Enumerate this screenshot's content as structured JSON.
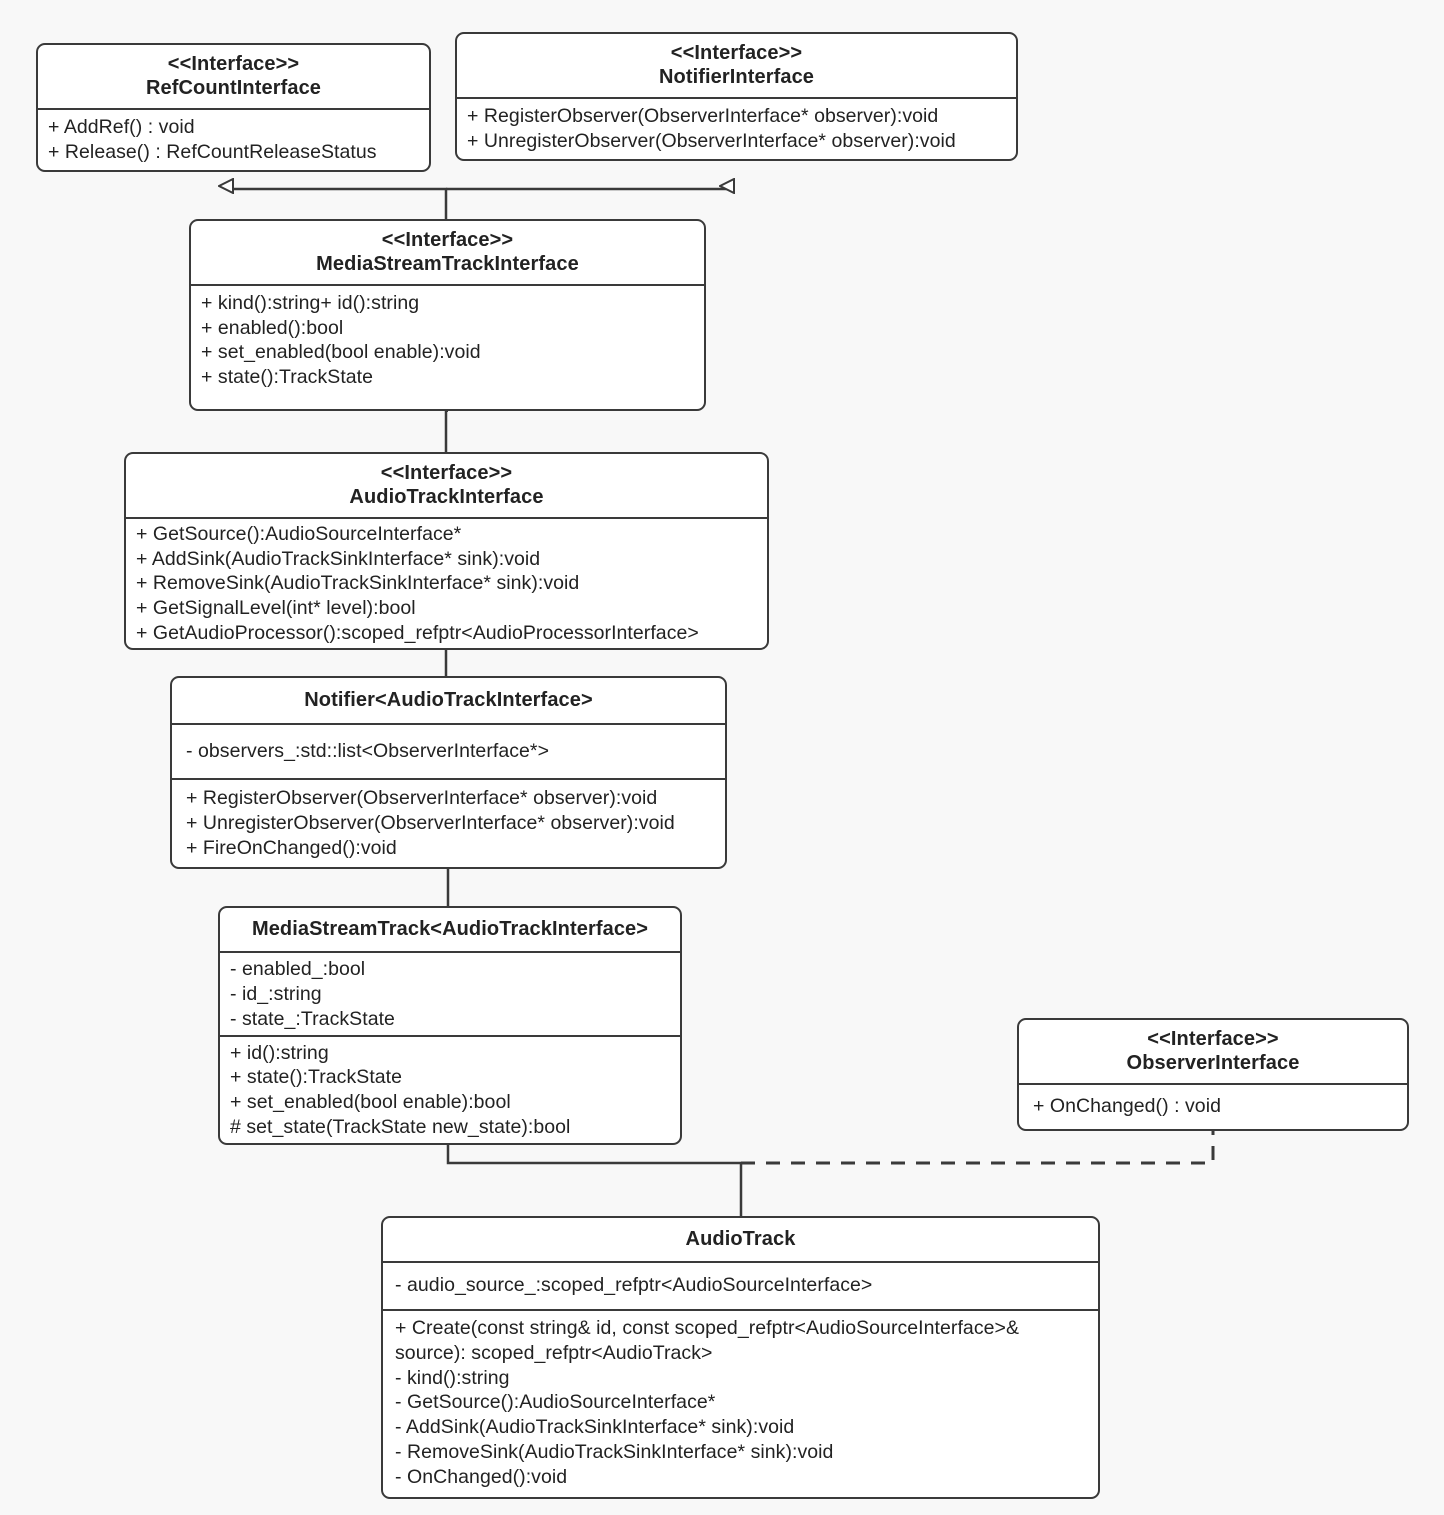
{
  "diagram": {
    "title": "WebRTC AudioTrack UML class diagram",
    "type": "uml-class-diagram",
    "background_color": "#f8f8f8",
    "box_fill": "#ffffff",
    "line_color": "#3a3a3a"
  },
  "classes": [
    {
      "id": "refcount",
      "stereotype": "<<Interface>>",
      "name": "RefCountInterface",
      "compartments": [
        {
          "members": [
            "+ AddRef() : void",
            "+ Release() : RefCountReleaseStatus"
          ]
        }
      ]
    },
    {
      "id": "notifieriface",
      "stereotype": "<<Interface>>",
      "name": "NotifierInterface",
      "compartments": [
        {
          "members": [
            "+ RegisterObserver(ObserverInterface* observer):void",
            "+ UnregisterObserver(ObserverInterface* observer):void"
          ]
        }
      ]
    },
    {
      "id": "mediastreamtrackiface",
      "stereotype": "<<Interface>>",
      "name": "MediaStreamTrackInterface",
      "compartments": [
        {
          "members": [
            "+ kind():string+ id():string",
            "+ enabled():bool",
            "+ set_enabled(bool enable):void",
            "+ state():TrackState"
          ]
        }
      ]
    },
    {
      "id": "audiotrackiface",
      "stereotype": "<<Interface>>",
      "name": "AudioTrackInterface",
      "compartments": [
        {
          "members": [
            "+ GetSource():AudioSourceInterface*",
            "+ AddSink(AudioTrackSinkInterface* sink):void",
            "+ RemoveSink(AudioTrackSinkInterface* sink):void",
            "+ GetSignalLevel(int* level):bool",
            "+ GetAudioProcessor():scoped_refptr<AudioProcessorInterface>"
          ]
        }
      ]
    },
    {
      "id": "notifier",
      "stereotype": "",
      "name": "Notifier<AudioTrackInterface>",
      "compartments": [
        {
          "members": [
            "- observers_:std::list<ObserverInterface*>"
          ]
        },
        {
          "members": [
            "+ RegisterObserver(ObserverInterface* observer):void",
            "+ UnregisterObserver(ObserverInterface* observer):void",
            "+ FireOnChanged():void"
          ]
        }
      ]
    },
    {
      "id": "mediastreamtrack",
      "stereotype": "",
      "name": "MediaStreamTrack<AudioTrackInterface>",
      "compartments": [
        {
          "members": [
            "- enabled_:bool",
            "- id_:string",
            "- state_:TrackState"
          ]
        },
        {
          "members": [
            "+ id():string",
            "+ state():TrackState",
            "+ set_enabled(bool enable):bool",
            "# set_state(TrackState new_state):bool"
          ]
        }
      ]
    },
    {
      "id": "observeriface",
      "stereotype": "<<Interface>>",
      "name": "ObserverInterface",
      "compartments": [
        {
          "members": [
            "+ OnChanged() : void"
          ]
        }
      ]
    },
    {
      "id": "audiotrack",
      "stereotype": "",
      "name": "AudioTrack",
      "compartments": [
        {
          "members": [
            "- audio_source_:scoped_refptr<AudioSourceInterface>"
          ]
        },
        {
          "members": [
            "+ Create(const string& id, const scoped_refptr<AudioSourceInterface>& source): scoped_refptr<AudioTrack>",
            "- kind():string",
            "- GetSource():AudioSourceInterface*",
            "- AddSink(AudioTrackSinkInterface* sink):void",
            "- RemoveSink(AudioTrackSinkInterface* sink):void",
            "- OnChanged():void"
          ]
        }
      ]
    }
  ],
  "relationships": [
    {
      "from": "MediaStreamTrackInterface",
      "to": "RefCountInterface",
      "type": "realization",
      "arrowhead": "hollow-triangle",
      "line": "solid"
    },
    {
      "from": "MediaStreamTrackInterface",
      "to": "NotifierInterface",
      "type": "realization",
      "arrowhead": "hollow-triangle",
      "line": "solid"
    },
    {
      "from": "AudioTrackInterface",
      "to": "MediaStreamTrackInterface",
      "type": "realization",
      "arrowhead": "hollow-triangle",
      "line": "solid"
    },
    {
      "from": "Notifier<AudioTrackInterface>",
      "to": "AudioTrackInterface",
      "type": "realization",
      "arrowhead": "hollow-triangle",
      "line": "solid"
    },
    {
      "from": "MediaStreamTrack<AudioTrackInterface>",
      "to": "Notifier<AudioTrackInterface>",
      "type": "inheritance",
      "arrowhead": "filled-triangle",
      "line": "solid"
    },
    {
      "from": "AudioTrack",
      "to": "MediaStreamTrack<AudioTrackInterface>",
      "type": "inheritance",
      "arrowhead": "filled-triangle",
      "line": "solid"
    },
    {
      "from": "AudioTrack",
      "to": "ObserverInterface",
      "type": "dependency",
      "arrowhead": "filled-arrow",
      "line": "dashed"
    }
  ]
}
